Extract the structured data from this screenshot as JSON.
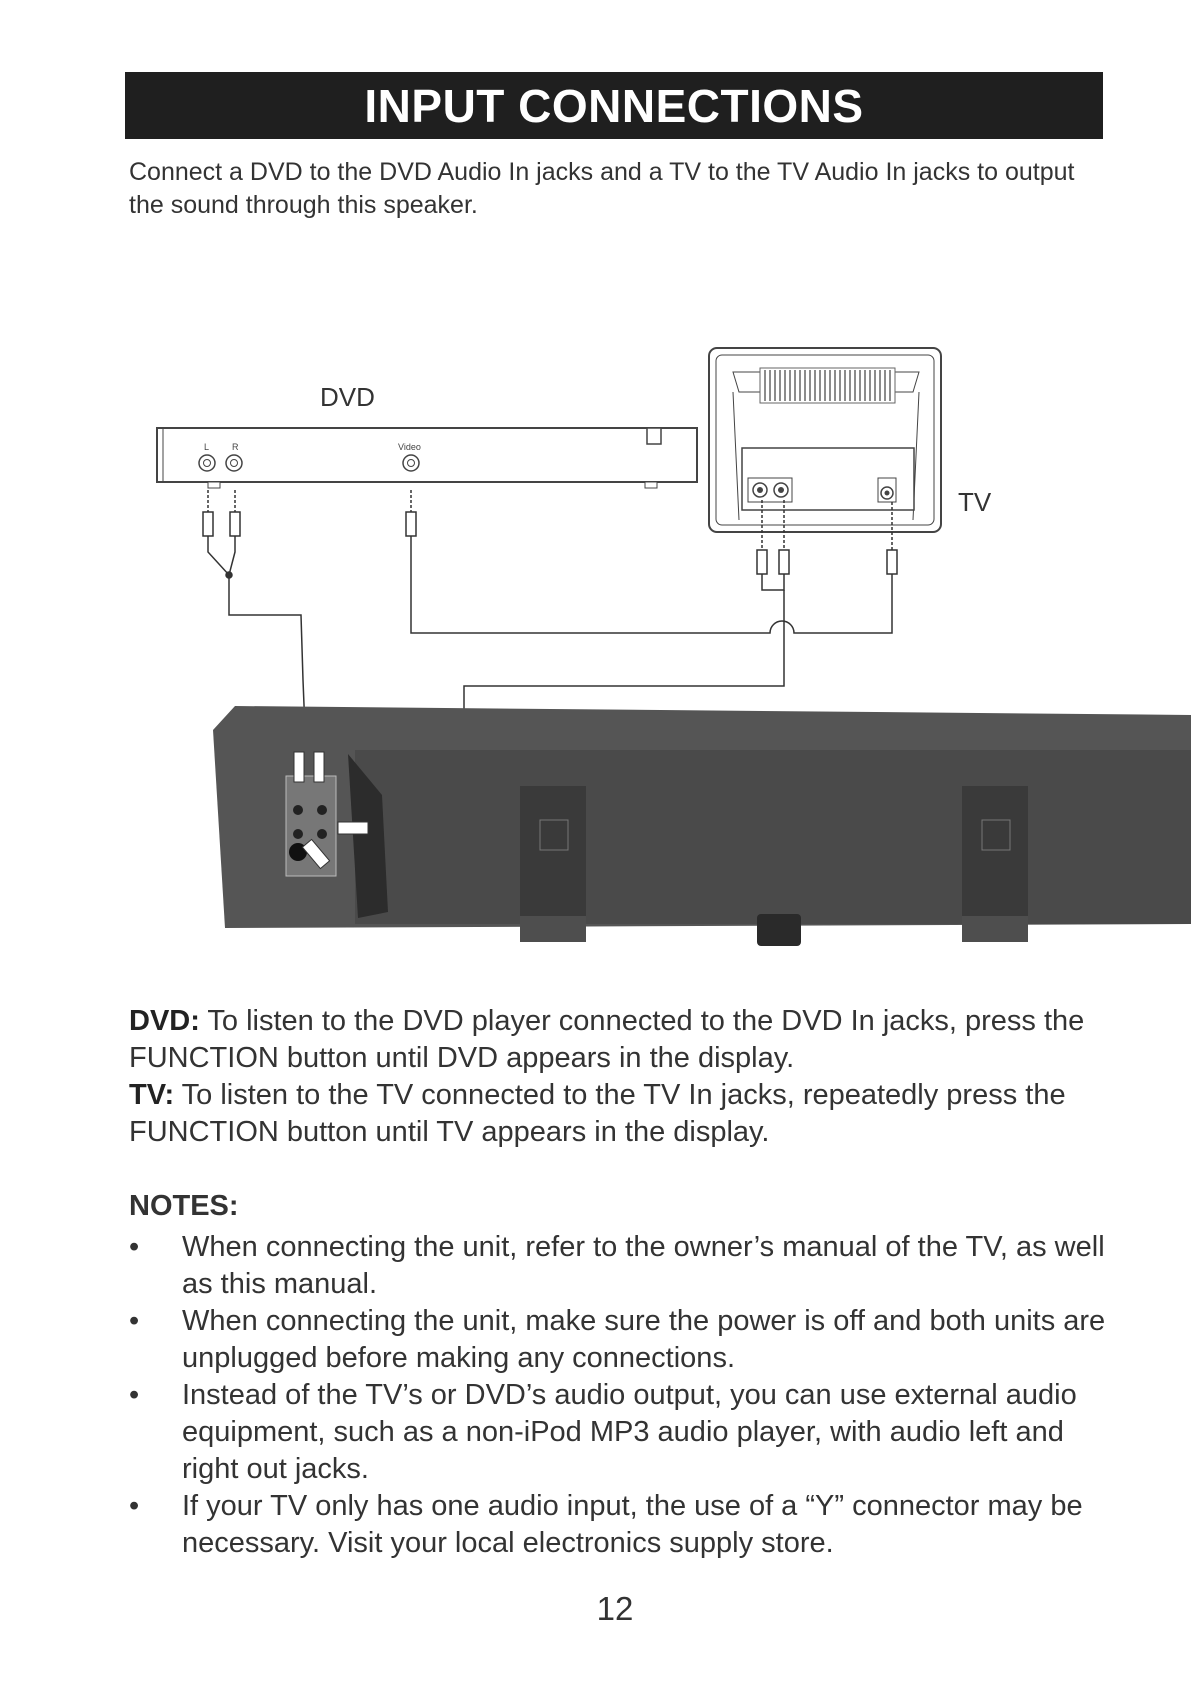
{
  "title": "INPUT CONNECTIONS",
  "intro": "Connect a DVD to the DVD Audio In jacks and a TV to the TV Audio In jacks to output the sound through this speaker.",
  "diagram": {
    "dvd_label": "DVD",
    "tv_label": "TV",
    "dvd_jack_left": "L",
    "dvd_jack_right": "R",
    "dvd_jack_video": "Video"
  },
  "descriptions": [
    {
      "label": "DVD:",
      "text": " To listen to the DVD player connected to the DVD In jacks, press the FUNCTION button until DVD appears in the display."
    },
    {
      "label": "TV:",
      "text": " To listen to the TV connected to the TV In jacks, repeatedly press the FUNCTION button until TV appears in the display."
    }
  ],
  "notes_title": "NOTES:",
  "notes": [
    "When connecting the unit, refer to the owner’s manual of the TV, as well as this manual.",
    "When connecting the unit, make sure the power is off and both units are unplugged before making any connections.",
    "Instead of the TV’s or DVD’s audio output, you can use external audio equipment, such as a non-iPod MP3 audio player, with audio left and right out jacks.",
    "If your TV only has one audio input, the use of a “Y” connector may be necessary. Visit your local electronics supply store."
  ],
  "bullet": "•",
  "page_number": "12"
}
